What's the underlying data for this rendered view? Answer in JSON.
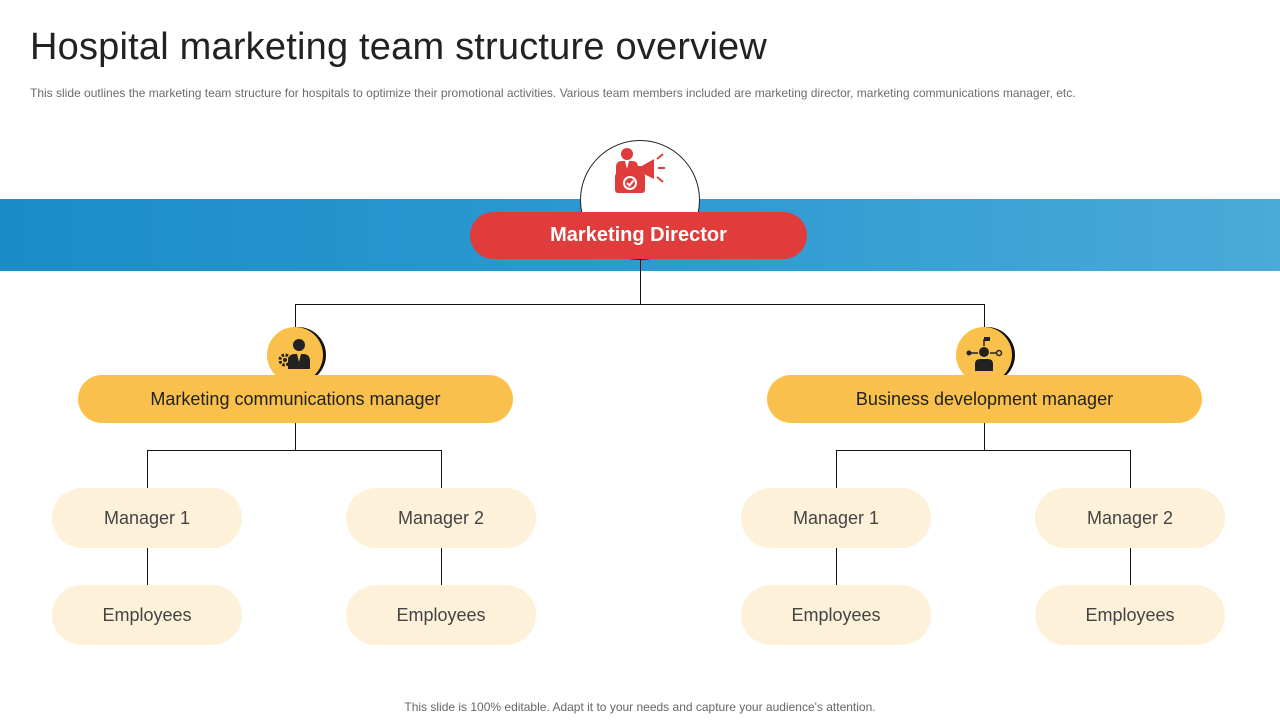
{
  "slide": {
    "title": "Hospital marketing team structure overview",
    "subtitle": "This slide outlines the marketing team structure for hospitals to optimize their promotional activities. Various team members included are marketing director, marketing communications manager, etc.",
    "footer": "This slide is 100% editable. Adapt it to your needs and capture your audience's attention."
  },
  "colors": {
    "band": "#1b8cc8",
    "director": "#e03c3c",
    "manager": "#f9c04b",
    "sub_node": "#fdf1d9"
  },
  "director": {
    "label": "Marketing Director",
    "icon": "marketing-megaphone-icon"
  },
  "managers": [
    {
      "label": "Marketing communications manager",
      "icon": "businessman-gear-icon",
      "reports": [
        {
          "manager": "Manager 1",
          "team": "Employees"
        },
        {
          "manager": "Manager 2",
          "team": "Employees"
        }
      ]
    },
    {
      "label": "Business development manager",
      "icon": "business-network-person-icon",
      "reports": [
        {
          "manager": "Manager 1",
          "team": "Employees"
        },
        {
          "manager": "Manager 2",
          "team": "Employees"
        }
      ]
    }
  ]
}
